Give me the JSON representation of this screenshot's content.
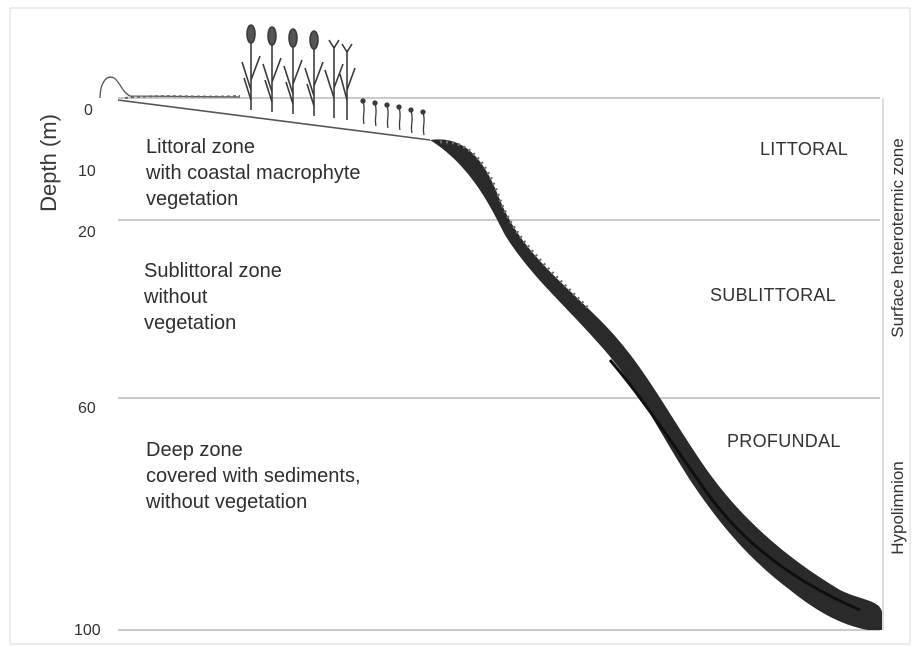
{
  "axis": {
    "title": "Depth (m)",
    "ticks": [
      {
        "label": "0",
        "depth": 0
      },
      {
        "label": "10",
        "depth": 10
      },
      {
        "label": "20",
        "depth": 20
      },
      {
        "label": "60",
        "depth": 60
      },
      {
        "label": "100",
        "depth": 100
      }
    ]
  },
  "zones": [
    {
      "description": "Littoral zone\nwith coastal macrophyte\nvegetation",
      "name": "LITTORAL",
      "from_depth": 0,
      "to_depth": 20
    },
    {
      "description": "Sublittoral zone\nwithout\nvegetation",
      "name": "SUBLITTORAL",
      "from_depth": 20,
      "to_depth": 60
    },
    {
      "description": "Deep zone\ncovered with sediments,\nwithout vegetation",
      "name": "PROFUNDAL",
      "from_depth": 60,
      "to_depth": 100
    }
  ],
  "thermal_layers": [
    {
      "label": "Surface heterotermic zone",
      "from_depth": 0,
      "to_depth": 60
    },
    {
      "label": "Hypolimnion",
      "from_depth": 60,
      "to_depth": 100
    }
  ],
  "colors": {
    "line": "#b9b9b9",
    "slope_dark": "#1e1e1e",
    "slope_mid": "#4a4a4a",
    "plant": "#3a3a3a"
  }
}
